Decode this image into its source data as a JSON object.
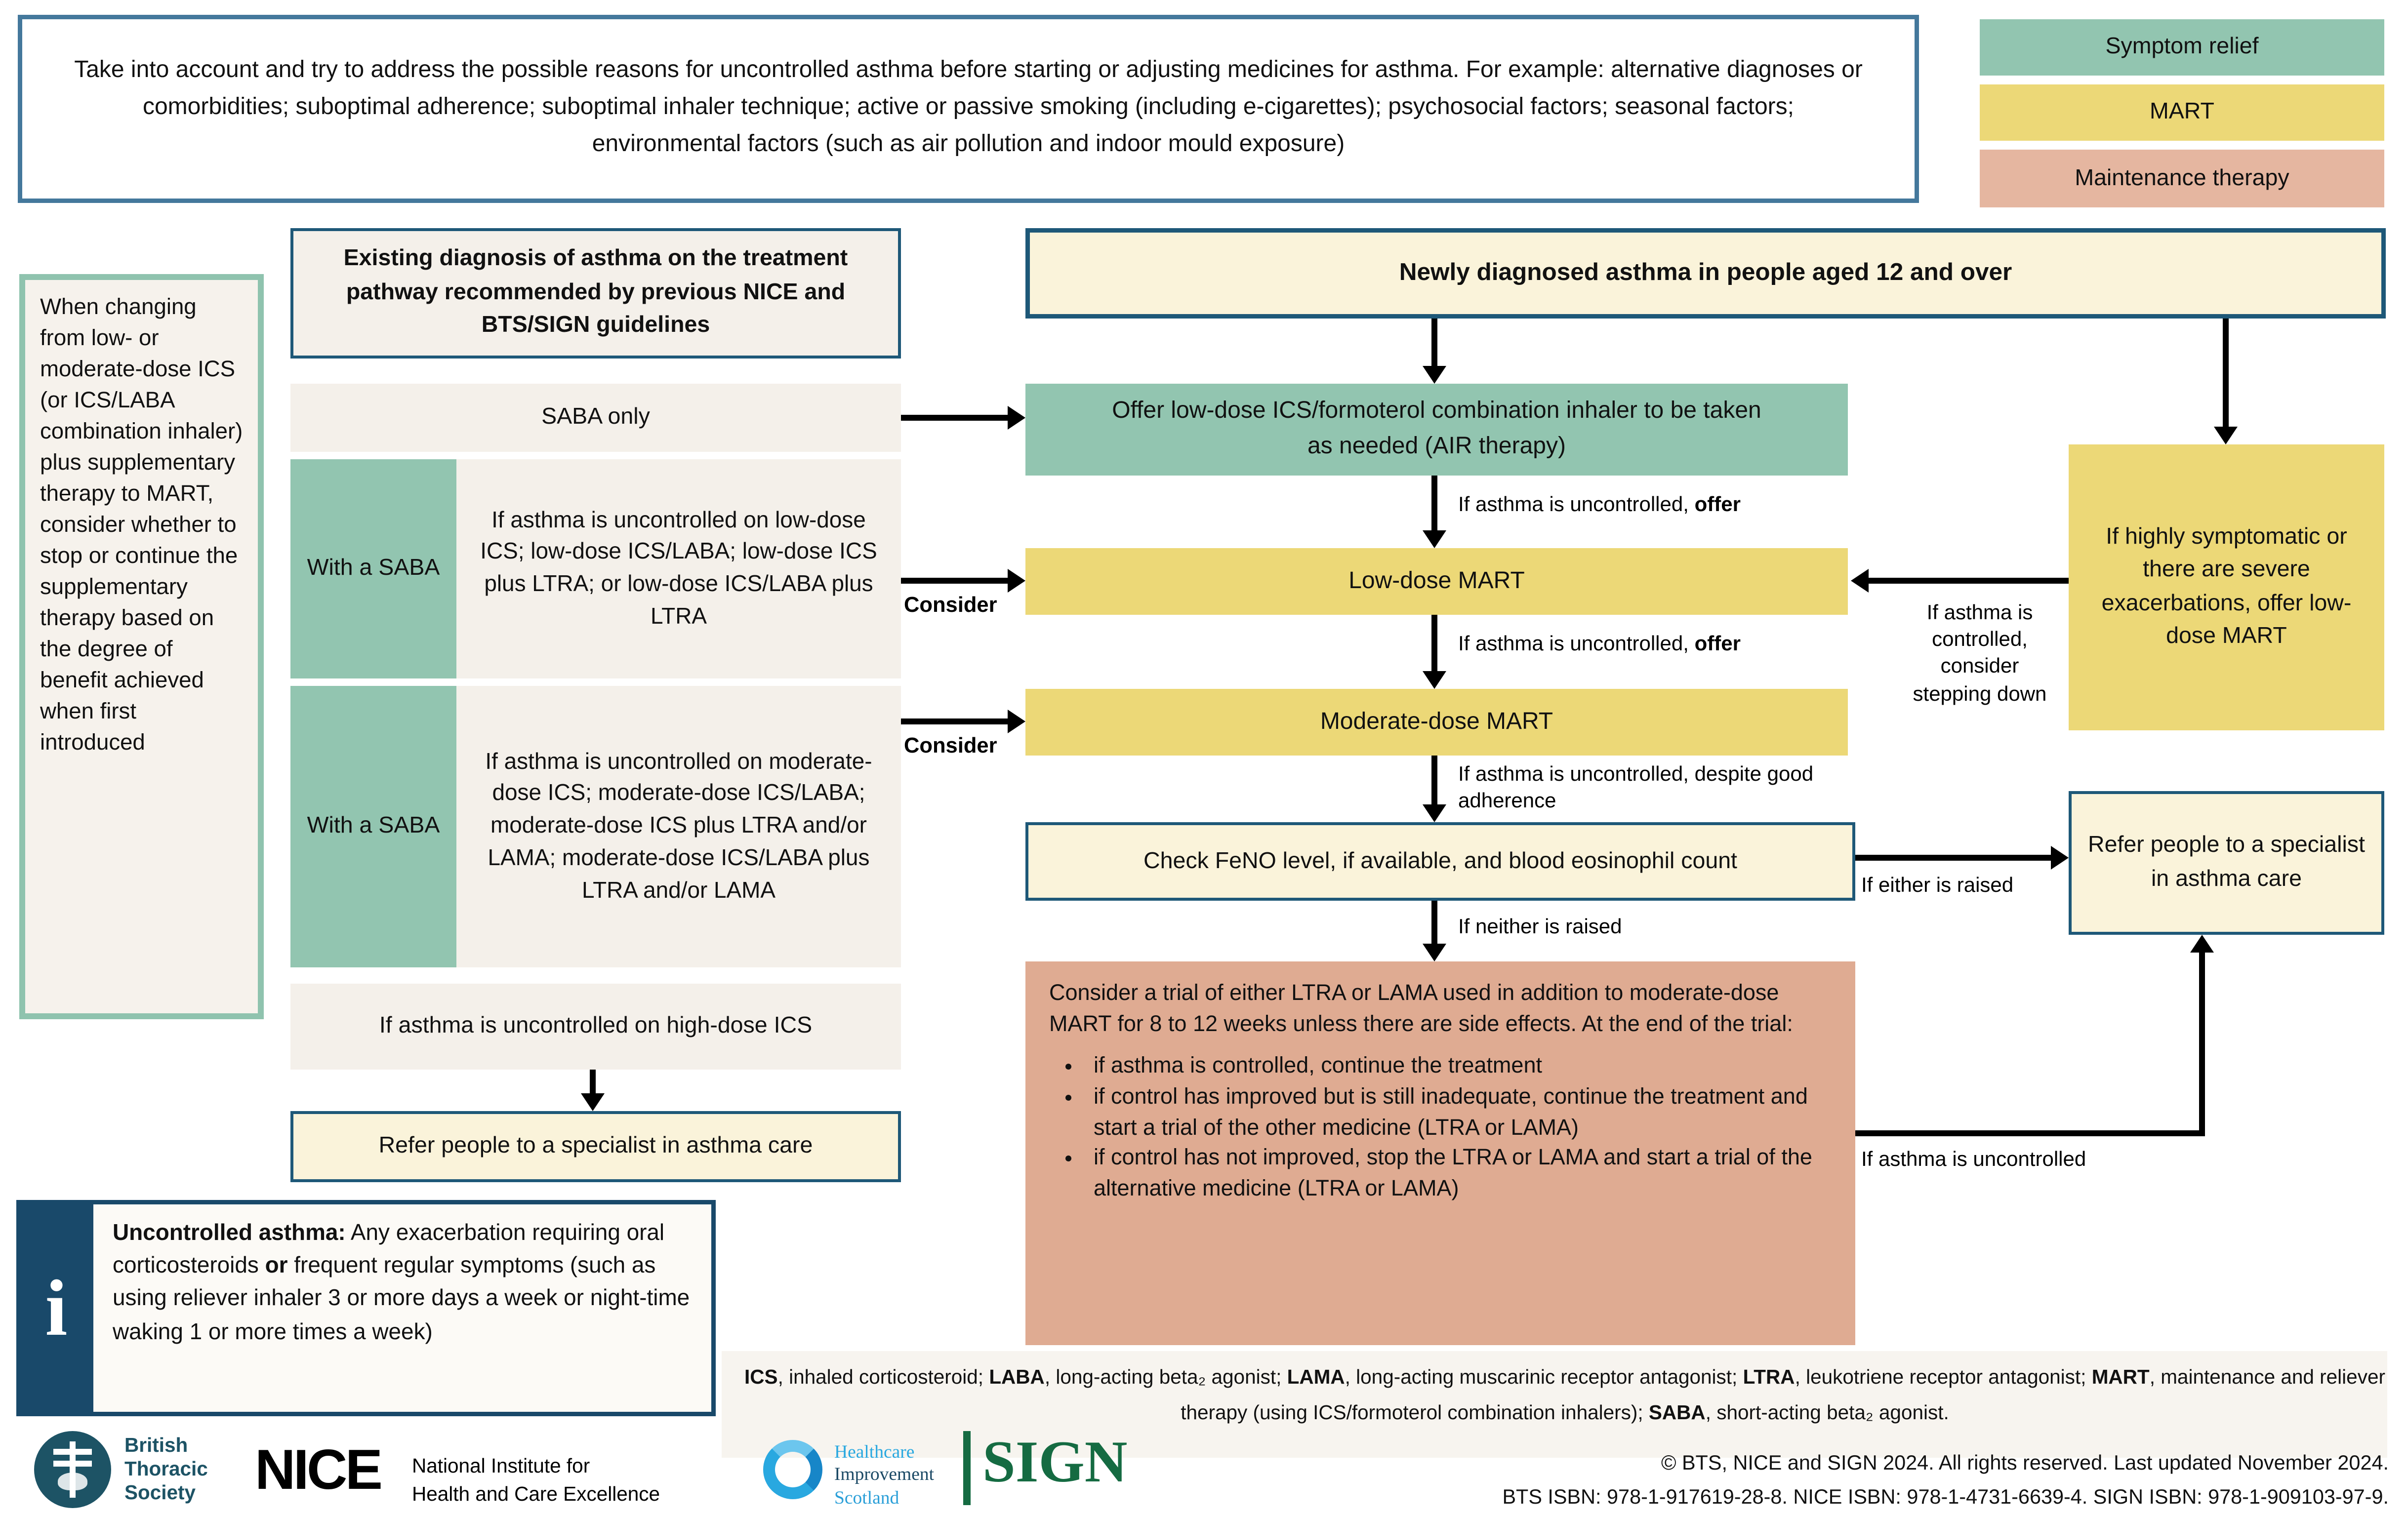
{
  "colors": {
    "symptom_relief_teal": "#92c5b0",
    "mart_yellow": "#ecd877",
    "maintenance_salmon": "#e5b6a0",
    "trial_salmon": "#dfab92",
    "cream_box": "#faf3da",
    "beige_row": "#f4f0ea",
    "navy_border": "#1e5878",
    "steel_border": "#44789c",
    "sidebar_teal_border": "#8fc3ae",
    "info_navy": "#19496a",
    "sign_green": "#156b42",
    "his_light_blue": "#29a8e0",
    "his_navy": "#1b4965",
    "bts_teal": "#1d5365"
  },
  "top_note": {
    "text": "Take into account and try to address the possible reasons for uncontrolled asthma before starting or adjusting medicines for asthma. For example: alternative diagnoses or comorbidities; suboptimal adherence; suboptimal inhaler technique; active or passive smoking (including e-cigarettes); psychosocial factors; seasonal factors; environmental factors (such as air pollution and indoor mould exposure)"
  },
  "legend": {
    "items": [
      {
        "label": "Symptom relief",
        "color": "#92c5b0"
      },
      {
        "label": "MART",
        "color": "#ecd877"
      },
      {
        "label": "Maintenance therapy",
        "color": "#e5b6a0"
      }
    ]
  },
  "sidebar": {
    "text": "When changing from low- or moderate-dose ICS (or ICS/LABA combination inhaler) plus supplementary therapy to MART, consider whether to stop or continue the supplementary therapy based on the degree of benefit achieved when first introduced"
  },
  "existing": {
    "header": "Existing diagnosis of asthma on the treatment pathway recommended by previous NICE and BTS/SIGN guidelines",
    "saba_only": "SABA only",
    "row_low": {
      "tag": "With a SABA",
      "text": "If asthma is uncontrolled on low-dose ICS; low-dose ICS/LABA; low-dose ICS plus LTRA; or low-dose ICS/LABA plus LTRA"
    },
    "row_moderate": {
      "tag": "With a SABA",
      "text": "If asthma is uncontrolled on moderate-dose ICS; moderate-dose ICS/LABA; moderate-dose ICS plus LTRA and/or LAMA; moderate-dose ICS/LABA plus LTRA and/or LAMA"
    },
    "row_high": "If asthma is uncontrolled on high-dose ICS",
    "refer_left": "Refer people to a specialist in asthma care"
  },
  "flow": {
    "newly": "Newly diagnosed asthma in people aged 12 and over",
    "air": "Offer low-dose ICS/formoterol combination inhaler to be taken as needed (AIR therapy)",
    "low_mart": "Low-dose MART",
    "moderate_mart": "Moderate-dose MART",
    "feno": "Check FeNO level, if available, and blood eosinophil count",
    "trial_intro": "Consider a trial of either LTRA or LAMA used in addition to moderate-dose MART for 8 to 12 weeks unless there are side effects. At the end of the trial:",
    "trial_bullets": [
      "if asthma is controlled, continue the treatment",
      "if control has improved but is still inadequate, continue the treatment and start a trial of the other medicine (LTRA or LAMA)",
      "if control has not improved, stop the LTRA or LAMA and start a trial of the alternative medicine (LTRA or LAMA)"
    ],
    "highly": "If highly symptomatic or there are severe exacerbations, offer low-dose MART",
    "refer_right": "Refer people to a specialist in asthma care"
  },
  "labels": {
    "consider": "Consider",
    "offer_segments": [
      {
        "t": "If asthma is uncontrolled, "
      },
      {
        "t": "offer",
        "b": true
      }
    ],
    "despite": "If asthma is uncontrolled, despite good adherence",
    "neither": "If neither is raised",
    "either": "If either is raised",
    "controlled": "If asthma is controlled, consider stepping down",
    "uncontrolled": "If asthma is uncontrolled"
  },
  "info": {
    "icon": "i",
    "segments": [
      {
        "t": "Uncontrolled asthma:",
        "b": true
      },
      {
        "t": " Any exacerbation requiring oral corticosteroids "
      },
      {
        "t": "or",
        "b": true
      },
      {
        "t": " frequent regular symptoms (such as using reliever inhaler 3 or more days a week or night-time waking 1 or more times a week)"
      }
    ]
  },
  "abbreviations": {
    "segments": [
      {
        "t": "ICS",
        "b": true
      },
      {
        "t": ", inhaled corticosteroid;  "
      },
      {
        "t": "LABA",
        "b": true
      },
      {
        "t": ", long-acting beta₂ agonist; "
      },
      {
        "t": "LAMA",
        "b": true
      },
      {
        "t": ", long-acting muscarinic receptor antagonist; "
      },
      {
        "t": "LTRA",
        "b": true
      },
      {
        "t": ", leukotriene receptor antagonist; "
      },
      {
        "t": "MART",
        "b": true
      },
      {
        "t": ", maintenance and reliever therapy (using ICS/formoterol combination inhalers); "
      },
      {
        "t": "SABA",
        "b": true
      },
      {
        "t": ", short-acting beta₂ agonist."
      }
    ]
  },
  "footer": {
    "bts_lines": [
      "British",
      "Thoracic",
      "Society"
    ],
    "nice_wordmark": "NICE",
    "nice_subtitle_lines": [
      "National Institute for",
      "Health and Care Excellence"
    ],
    "his_lines": [
      "Healthcare",
      "Improvement",
      "Scotland"
    ],
    "sign_wordmark": "SIGN",
    "copyright_line1": "© BTS, NICE and SIGN 2024. All rights reserved. Last updated November 2024.",
    "copyright_line2": "BTS ISBN: 978-1-917619-28-8. NICE ISBN: 978-1-4731-6639-4. SIGN ISBN: 978-1-909103-97-9."
  }
}
